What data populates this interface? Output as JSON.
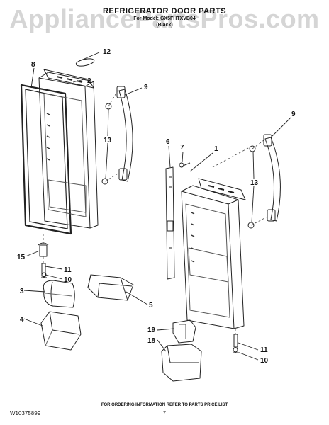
{
  "watermark": "AppliancePartsPros.com",
  "header": {
    "title": "REFRIGERATOR DOOR PARTS",
    "model_line": "For Model: GX5FHTXVB04",
    "color_line": "(Black)"
  },
  "footer": {
    "doc_number": "W10375899",
    "ordering_note": "FOR ORDERING INFORMATION REFER TO PARTS PRICE LIST",
    "page_number": "7"
  },
  "callouts": {
    "c1": "1",
    "c2": "2",
    "c3": "3",
    "c4": "4",
    "c5": "5",
    "c6": "6",
    "c7": "7",
    "c8": "8",
    "c9a": "9",
    "c9b": "9",
    "c10a": "10",
    "c10b": "10",
    "c11a": "11",
    "c11b": "11",
    "c12": "12",
    "c13a": "13",
    "c13b": "13",
    "c15": "15",
    "c18": "18",
    "c19": "19"
  }
}
